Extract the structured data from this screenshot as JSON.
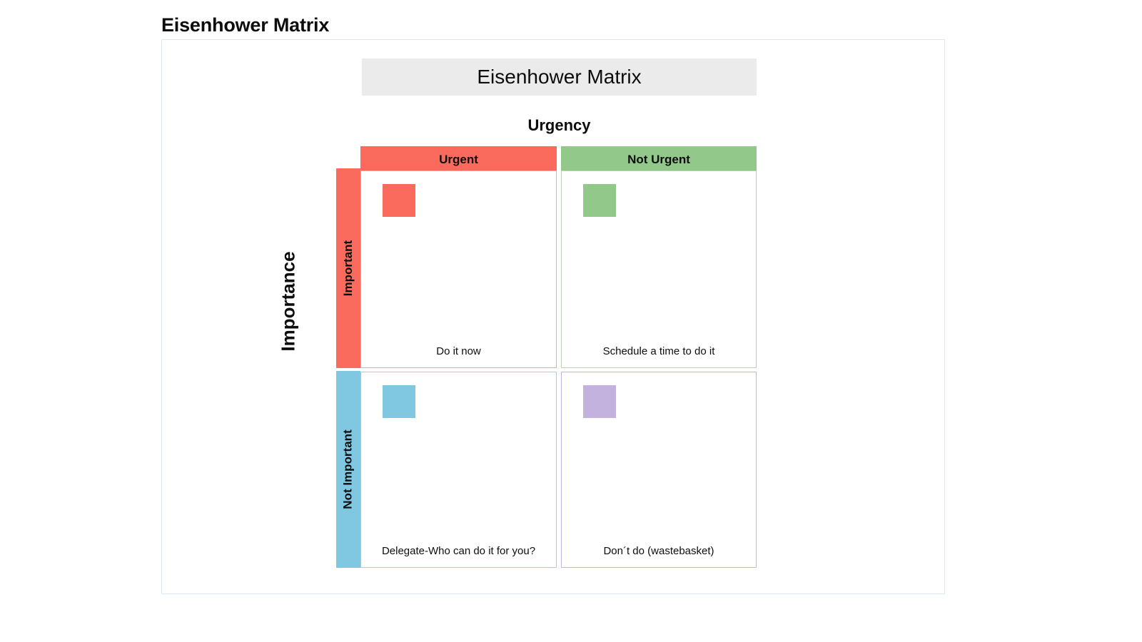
{
  "page": {
    "title": "Eisenhower Matrix"
  },
  "diagram": {
    "banner_title": "Eisenhower Matrix",
    "x_axis_label": "Urgency",
    "y_axis_label": "Importance",
    "columns": [
      {
        "label": "Urgent",
        "color": "#fa6b5d"
      },
      {
        "label": "Not Urgent",
        "color": "#93c88b"
      }
    ],
    "rows": [
      {
        "label": "Important",
        "color": "#fa6b5d"
      },
      {
        "label": "Not Important",
        "color": "#80c8e2"
      }
    ],
    "quadrants": [
      {
        "id": "important-urgent",
        "caption": "Do it now",
        "chip_color": "#fa6b5d",
        "border_color": "#f4a49b"
      },
      {
        "id": "important-not-urgent",
        "caption": "Schedule a time to do it",
        "chip_color": "#93c88b",
        "border_color": "#b6d6ae"
      },
      {
        "id": "not-important-urgent",
        "caption": "Delegate-Who can do it for you?",
        "chip_color": "#80c8e2",
        "border_color": "#9bd2e6"
      },
      {
        "id": "not-important-not-urgent",
        "caption": "Don´t do (wastebasket)",
        "chip_color": "#c3b2de",
        "border_color": "#c5b6dd"
      }
    ],
    "frame_border_color": "#dbe9ee",
    "banner_background": "#ebebeb"
  }
}
